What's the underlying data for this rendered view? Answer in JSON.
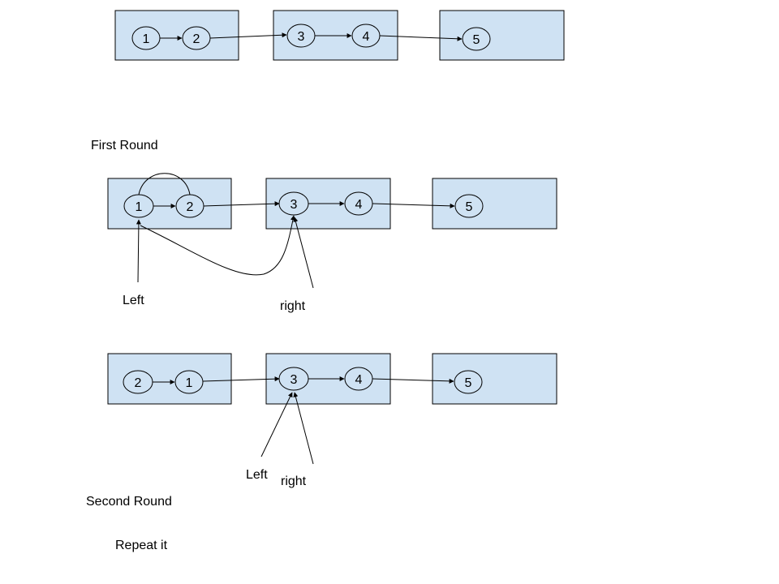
{
  "captions": {
    "first_round": "First Round",
    "second_round": "Second Round",
    "repeat": "Repeat it"
  },
  "initial": {
    "nodes": [
      "1",
      "2",
      "3",
      "4",
      "5"
    ]
  },
  "round1": {
    "nodes": [
      "1",
      "2",
      "3",
      "4",
      "5"
    ],
    "left_label": "Left",
    "right_label": "right"
  },
  "round2": {
    "nodes": [
      "2",
      "1",
      "3",
      "4",
      "5"
    ],
    "left_label": "Left",
    "right_label": "right"
  },
  "colors": {
    "box_fill": "#cfe2f3",
    "stroke": "#000000"
  }
}
